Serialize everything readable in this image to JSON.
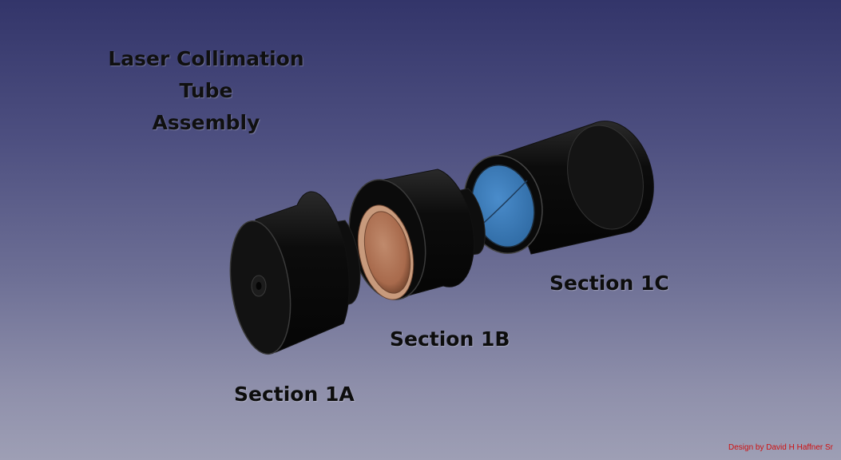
{
  "title": {
    "line1": "Laser Collimation Tube",
    "line2": "Assembly"
  },
  "labels": {
    "section_1a": "Section 1A",
    "section_1b": "Section 1B",
    "section_1c": "Section 1C"
  },
  "credit": "Design by David H Haffner Sr",
  "colors": {
    "tube_body": "#0a0a0a",
    "copper_lens": "#b4785a",
    "blue_lens": "#3f7fb8",
    "credit_text": "#d01010"
  }
}
